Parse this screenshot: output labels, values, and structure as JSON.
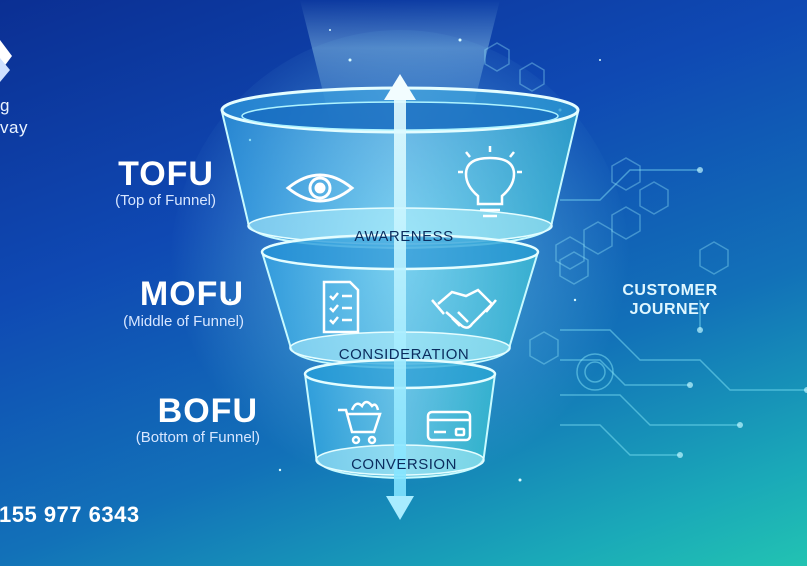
{
  "logo": {
    "line1": "g",
    "line2": "vay",
    "icon": "geometric-logo-mark"
  },
  "funnel": {
    "tiers": [
      {
        "code": "TOFU",
        "subtitle": "(Top of Funnel)",
        "label": "AWARENESS",
        "icons": [
          "eye-icon",
          "lightbulb-icon"
        ]
      },
      {
        "code": "MOFU",
        "subtitle": "(Middle of Funnel)",
        "label": "CONSIDERATION",
        "icons": [
          "checklist-icon",
          "handshake-icon"
        ]
      },
      {
        "code": "BOFU",
        "subtitle": "(Bottom of Funnel)",
        "label": "CONVERSION",
        "icons": [
          "shopping-cart-icon",
          "credit-card-icon"
        ]
      }
    ]
  },
  "journey": {
    "line1": "CUSTOMER",
    "line2": "JOURNEY"
  },
  "contact": {
    "phone": "155 977 6343"
  },
  "colors": {
    "background_top": "#0b2f93",
    "background_bottom": "#22c3b2",
    "funnel_glow": "#7fe9ff",
    "label_text": "#0b2c5e"
  }
}
